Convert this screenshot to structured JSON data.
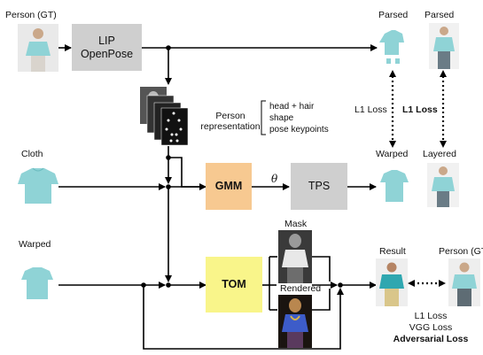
{
  "labels": {
    "person_gt": "Person (GT)",
    "parsed_1": "Parsed",
    "parsed_2": "Parsed",
    "lip_line1": "LIP",
    "lip_line2": "OpenPose",
    "person_representation_line1": "Person",
    "person_representation_line2": "representation",
    "rep_items": [
      "head + hair",
      "shape",
      "pose keypoints"
    ],
    "l1_loss_left": "L1 Loss",
    "l1_loss_right": "L1 Loss",
    "cloth": "Cloth",
    "warped_top": "Warped",
    "layered": "Layered",
    "gmm": "GMM",
    "theta": "θ",
    "tps": "TPS",
    "warped_left": "Warped",
    "mask": "Mask",
    "tom": "TOM",
    "rendered": "Rendered",
    "result": "Result",
    "person_gt_right": "Person (GT)",
    "loss_l1": "L1 Loss",
    "loss_vgg": "VGG Loss",
    "loss_adv": "Adversarial Loss"
  },
  "colors": {
    "gmm": "#f7c991",
    "tom": "#f9f58a",
    "gray_box": "#cfcfcf",
    "cloth": "#8fd3d6"
  },
  "icons": {
    "person": "person-photo-icon",
    "cloth": "tshirt-icon",
    "pose_stack": "pose-keypoint-stack-icon"
  }
}
